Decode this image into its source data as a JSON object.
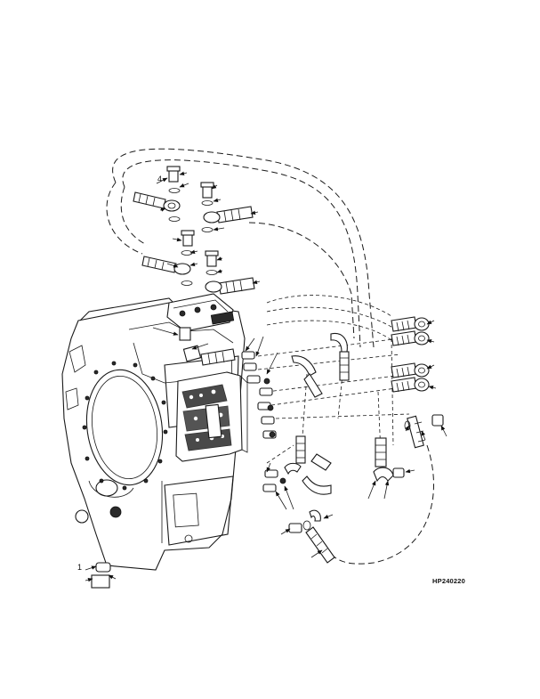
{
  "figure": {
    "id_text": "HP240220",
    "callout_numbers": [
      "4",
      "1"
    ]
  }
}
